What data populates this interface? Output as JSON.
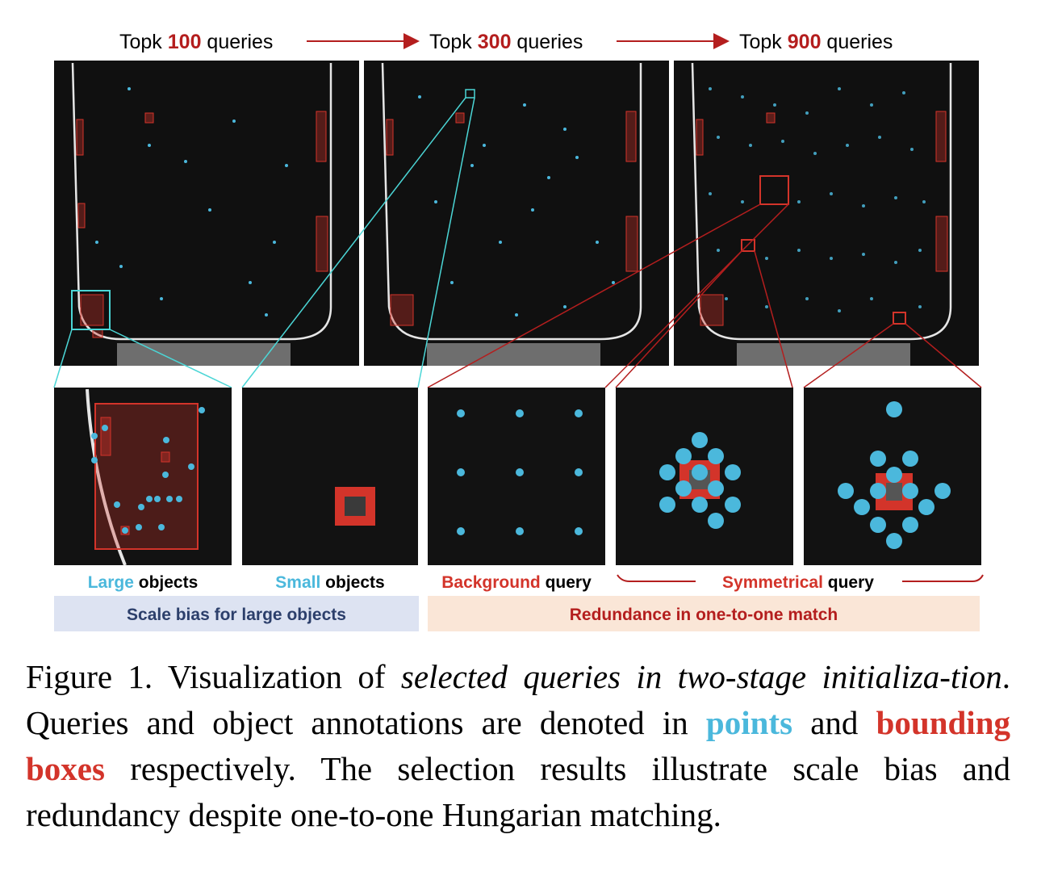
{
  "colors": {
    "query_point": "#4bb8dc",
    "annotation_box": "#d3342a",
    "dark_red_text": "#b41e1e",
    "band_blue": "#dde3f2",
    "band_orange": "#fae6d7"
  },
  "top_titles": [
    {
      "prefix": "Topk ",
      "num": "100",
      "suffix": " queries"
    },
    {
      "prefix": "Topk ",
      "num": "300",
      "suffix": " queries"
    },
    {
      "prefix": "Topk ",
      "num": "900",
      "suffix": " queries"
    }
  ],
  "labels": {
    "large_a": "Large",
    "large_b": " objects",
    "small_a": "Small",
    "small_b": " objects",
    "bg_a": "Background",
    "bg_b": " query",
    "sym_a": "Symmetrical",
    "sym_b": " query"
  },
  "bands": {
    "scale": "Scale bias for large objects",
    "redundance": "Redundance in one-to-one match"
  },
  "caption": {
    "figure_no": "Figure 1.",
    "t1": " Visualization of ",
    "t1_it": "selected queries in two-stage initializa-tion",
    "t2": ".  Queries and object annotations are denoted in ",
    "kw_points": "points",
    "t3": " and ",
    "kw_boxes": "bounding boxes",
    "t4": " respectively. The selection results illustrate scale bias and redundancy despite one-to-one Hungarian matching."
  }
}
